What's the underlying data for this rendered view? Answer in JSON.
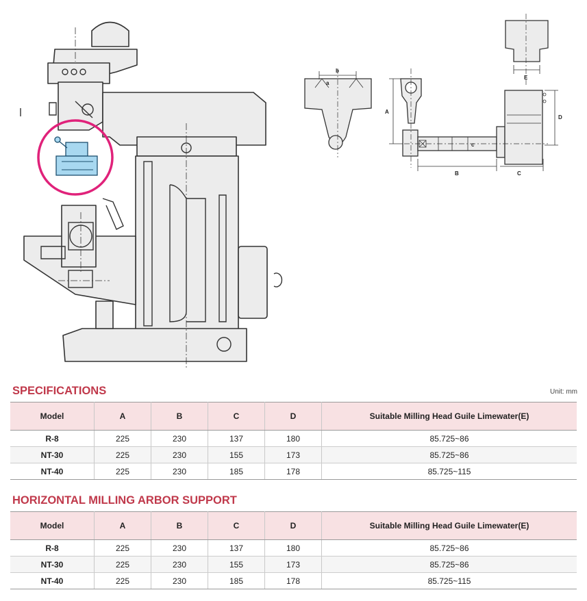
{
  "figure": {
    "dimension_labels": {
      "A": "A",
      "B": "B",
      "C": "C",
      "D": "D",
      "E": "E",
      "a": "a",
      "b": "b",
      "c": "c"
    }
  },
  "unit_label": "Unit: mm",
  "sections": [
    {
      "title": "SPECIFICATIONS",
      "headers": [
        "Model",
        "A",
        "B",
        "C",
        "D",
        "Suitable Milling Head Guile Limewater(E)"
      ],
      "rows": [
        [
          "R-8",
          "225",
          "230",
          "137",
          "180",
          "85.725~86"
        ],
        [
          "NT-30",
          "225",
          "230",
          "155",
          "173",
          "85.725~86"
        ],
        [
          "NT-40",
          "225",
          "230",
          "185",
          "178",
          "85.725~115"
        ]
      ]
    },
    {
      "title": "HORIZONTAL MILLING ARBOR SUPPORT",
      "headers": [
        "Model",
        "A",
        "B",
        "C",
        "D",
        "Suitable Milling Head Guile Limewater(E)"
      ],
      "rows": [
        [
          "R-8",
          "225",
          "230",
          "137",
          "180",
          "85.725~86"
        ],
        [
          "NT-30",
          "225",
          "230",
          "155",
          "173",
          "85.725~86"
        ],
        [
          "NT-40",
          "225",
          "230",
          "185",
          "178",
          "85.725~115"
        ]
      ]
    }
  ],
  "colors": {
    "accent": "#c0394b",
    "highlight_circle": "#e0227a",
    "header_bg": "#f8e1e3",
    "part_fill": "#a8d8f0"
  }
}
